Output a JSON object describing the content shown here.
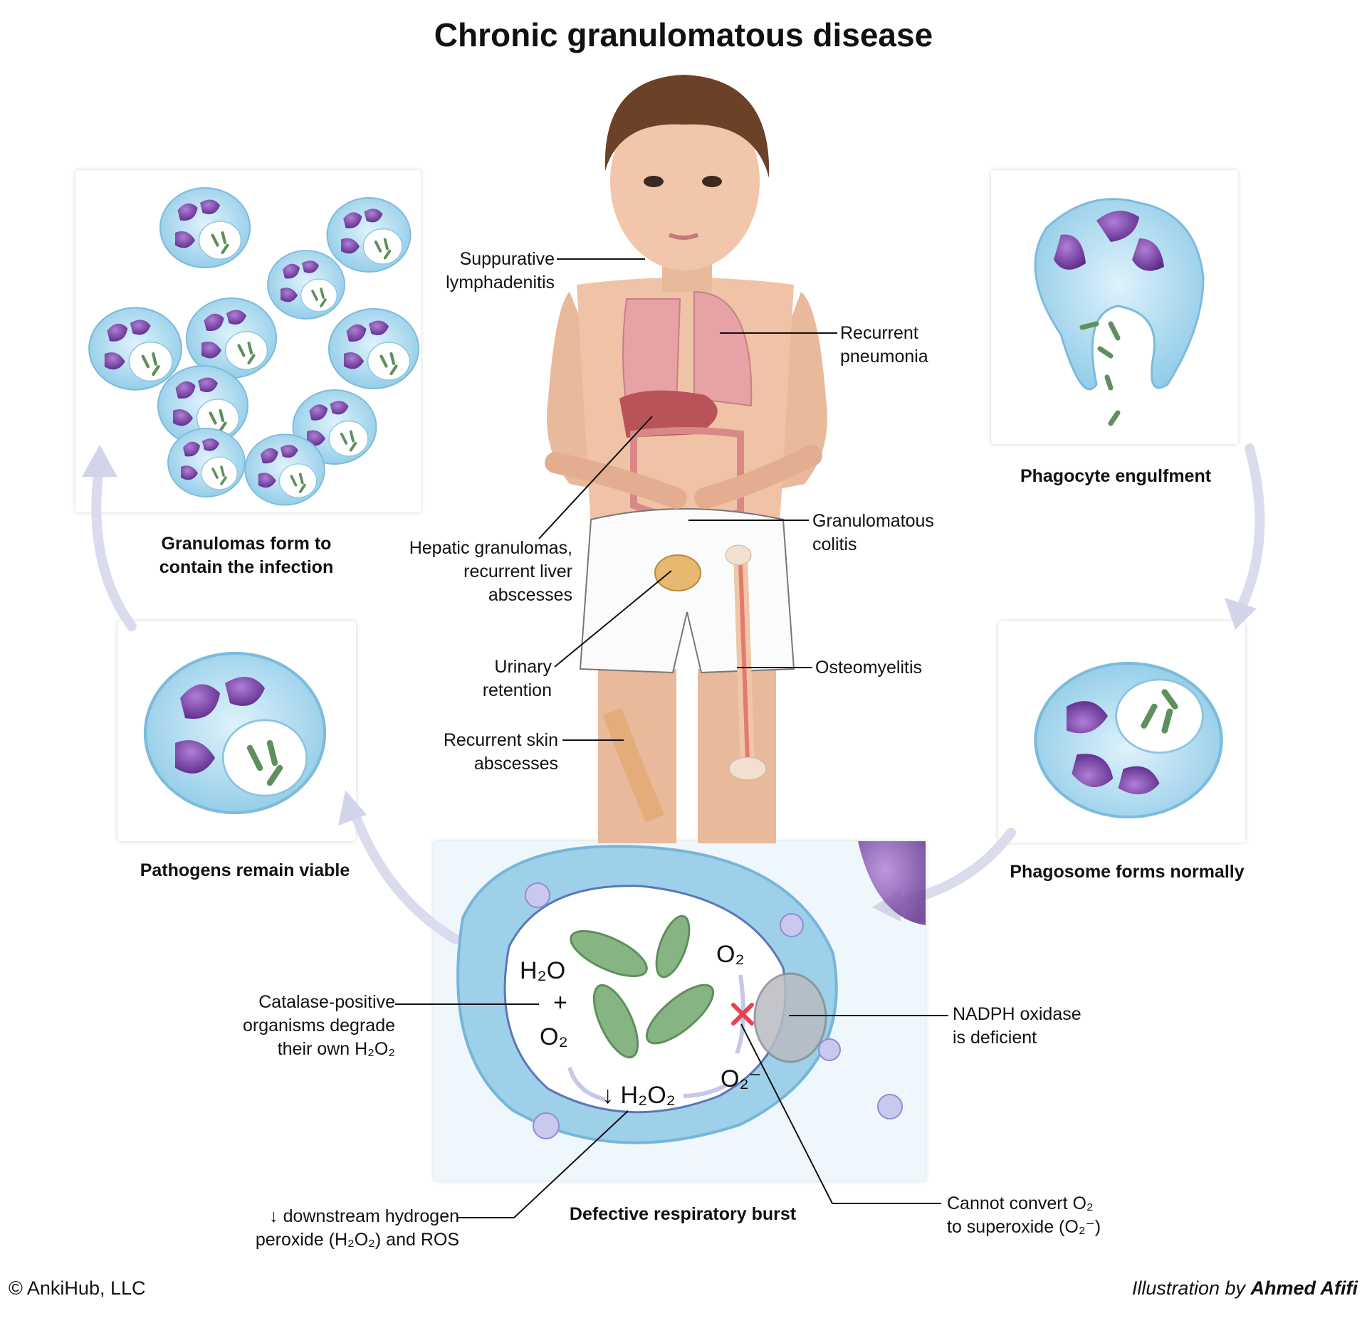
{
  "title": "Chronic granulomatous disease",
  "panels": {
    "granulomas": {
      "line1": "Granulomas form to",
      "line2": "contain the infection"
    },
    "engulfment": {
      "label": "Phagocyte engulfment"
    },
    "viable": {
      "label": "Pathogens remain viable"
    },
    "phagosome": {
      "label": "Phagosome forms normally"
    },
    "burst": {
      "label": "Defective respiratory burst"
    }
  },
  "callouts": {
    "lymph": {
      "line1": "Suppurative",
      "line2": "lymphadenitis"
    },
    "pneumonia": {
      "line1": "Recurrent",
      "line2": "pneumonia"
    },
    "hepatic": {
      "line1": "Hepatic granulomas,",
      "line2": "recurrent liver",
      "line3": "abscesses"
    },
    "colitis": {
      "line1": "Granulomatous",
      "line2": "colitis"
    },
    "urinary": {
      "line1": "Urinary",
      "line2": "retention"
    },
    "osteo": {
      "line1": "Osteomyelitis"
    },
    "skin": {
      "line1": "Recurrent skin",
      "line2": "abscesses"
    },
    "catalase": {
      "line1": "Catalase-positive",
      "line2": "organisms degrade",
      "line3": "their own H₂O₂"
    },
    "nadph": {
      "line1": "NADPH oxidase",
      "line2": "is deficient"
    },
    "convert": {
      "line1": "Cannot convert O₂",
      "line2": "to superoxide (O₂⁻)"
    },
    "downstream": {
      "line1": "↓ downstream hydrogen",
      "line2": "peroxide (H₂O₂) and ROS"
    }
  },
  "chem": {
    "h2o": "H₂O",
    "plus": "+",
    "o2_left": "O₂",
    "o2_top": "O₂",
    "superoxide": "O₂⁻",
    "h2o2": "↓ H₂O₂"
  },
  "footer": {
    "copyright": "© AnkiHub, LLC",
    "credit_prefix": "Illustration by ",
    "credit_name": "Ahmed Afifi"
  },
  "colors": {
    "cell": "#a9d8ef",
    "nucleus": "#7a3fa8",
    "bacteria": "#6f9a6a",
    "arrow": "#d9dcef",
    "x_mark": "#e8424f"
  }
}
